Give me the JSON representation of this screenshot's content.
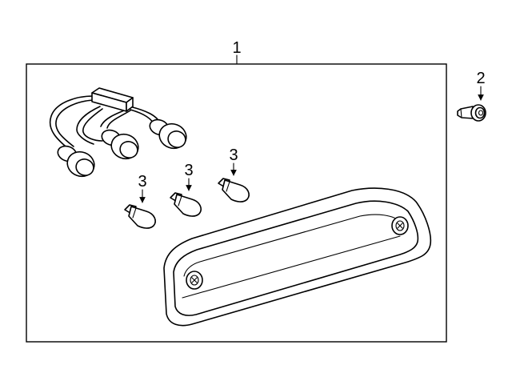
{
  "callouts": {
    "assembly": "1",
    "nut": "2",
    "bulb_a": "3",
    "bulb_b": "3",
    "bulb_c": "3"
  }
}
